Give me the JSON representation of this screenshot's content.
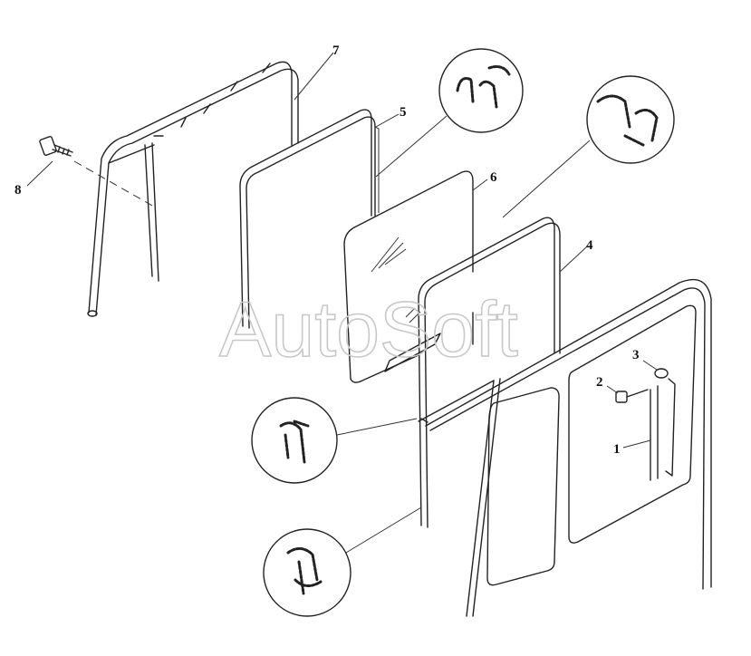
{
  "watermark": "AutoSoft",
  "callouts": [
    {
      "id": "7",
      "label": "7"
    },
    {
      "id": "5",
      "label": "5"
    },
    {
      "id": "6",
      "label": "6"
    },
    {
      "id": "4",
      "label": "4"
    },
    {
      "id": "8",
      "label": "8"
    },
    {
      "id": "3",
      "label": "3"
    },
    {
      "id": "2",
      "label": "2"
    },
    {
      "id": "1",
      "label": "1"
    }
  ],
  "colors": {
    "line": "#222222",
    "background": "#ffffff",
    "watermark": "#c8c8c8"
  }
}
